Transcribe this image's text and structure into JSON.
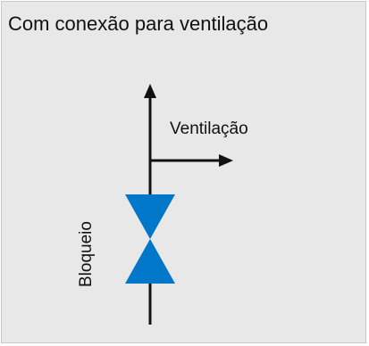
{
  "title": "Com conexão para ventilação",
  "labels": {
    "vent": "Ventilação",
    "block": "Bloqueio"
  },
  "colors": {
    "background": "#e8e8e8",
    "line": "#111111",
    "valve": "#0077c8"
  }
}
